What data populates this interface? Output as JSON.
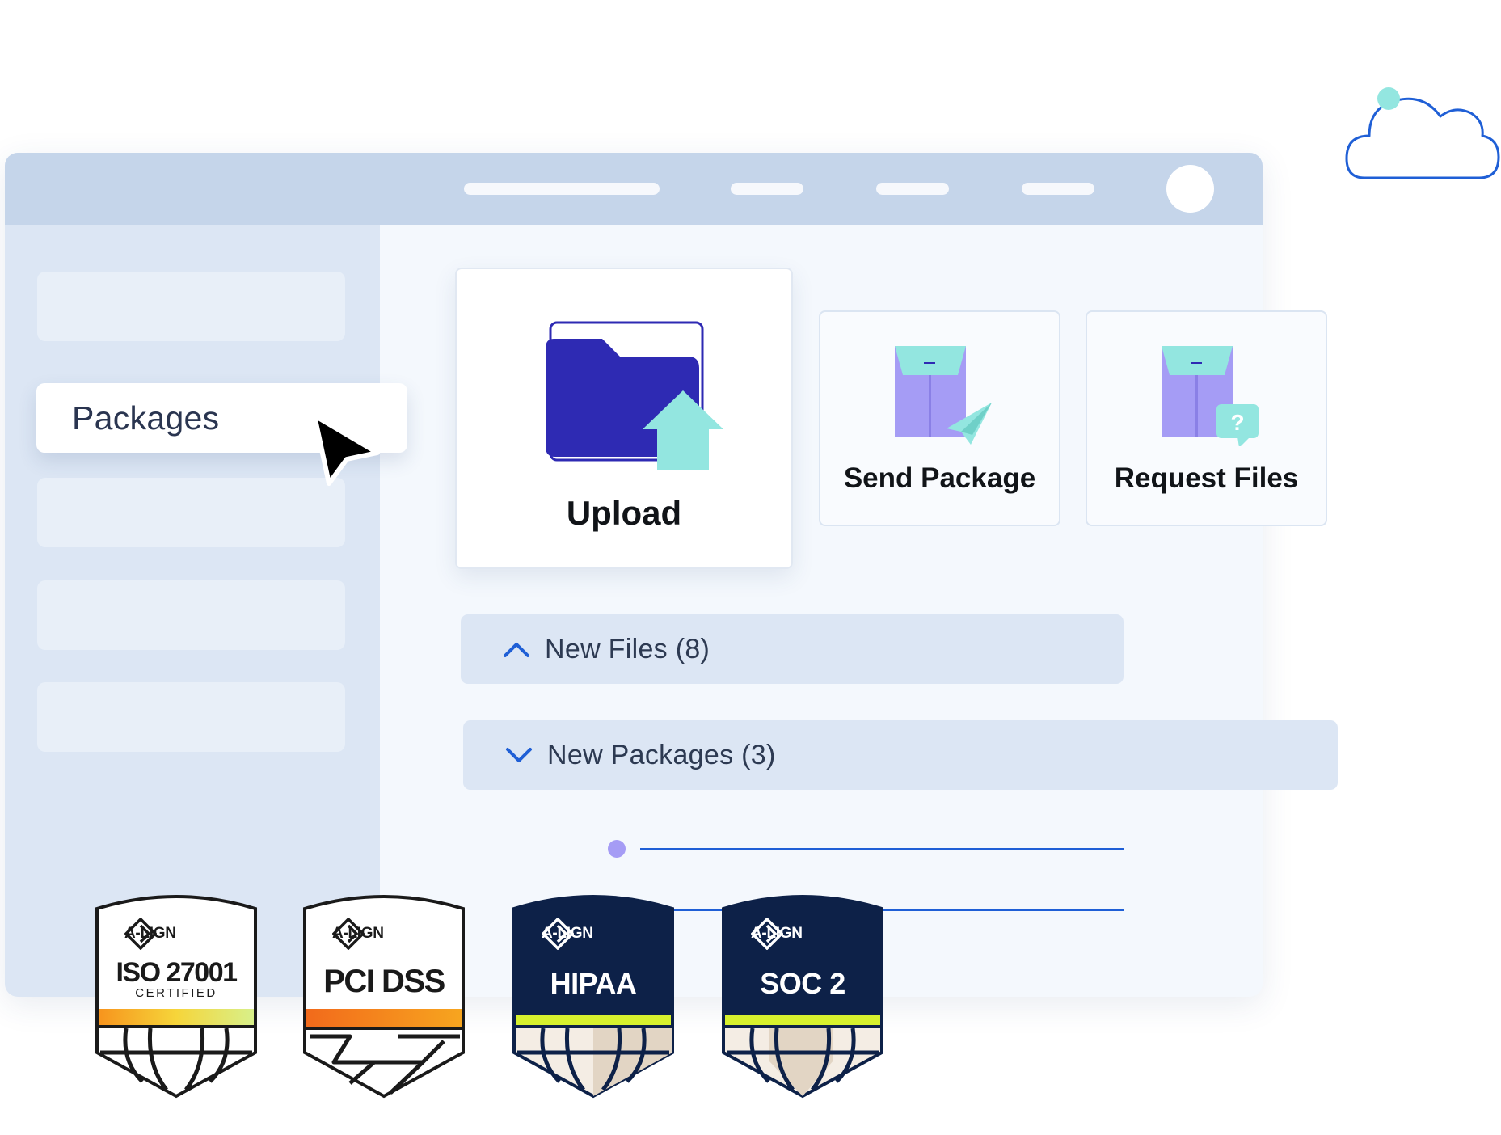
{
  "sidebar": {
    "active_item": "Packages"
  },
  "actions": {
    "upload": "Upload",
    "send_package": "Send Package",
    "request_files": "Request Files",
    "request_icon_glyph": "?"
  },
  "sections": {
    "new_files": "New Files (8)",
    "new_packages": "New Packages (3)"
  },
  "badges": [
    {
      "brand": "A-LIGN",
      "title": "ISO 27001",
      "subtitle": "CERTIFIED",
      "theme": "light",
      "bar": "gradient-orange-green"
    },
    {
      "brand": "A-LIGN",
      "title": "PCI DSS",
      "subtitle": "",
      "theme": "light",
      "bar": "orange"
    },
    {
      "brand": "A-LIGN",
      "title": "HIPAA",
      "subtitle": "",
      "theme": "dark",
      "bar": "lime"
    },
    {
      "brand": "A-LIGN",
      "title": "SOC 2",
      "subtitle": "",
      "theme": "dark",
      "bar": "lime"
    }
  ],
  "icons": {
    "cursor": "arrow-cursor-icon",
    "upload": "folder-upload-icon",
    "send": "package-paper-plane-icon",
    "request": "package-question-icon",
    "cloud": "cloud-icon",
    "expand_up": "chevron-up-icon",
    "expand_down": "chevron-down-icon"
  },
  "colors": {
    "accent_blue": "#1f5fd6",
    "folder_navy": "#2e2ab3",
    "teal": "#93e6e0",
    "lavender": "#a59cf5",
    "badge_navy": "#0d2148",
    "window_bg": "#f4f8fd",
    "sidebar_bg": "#dce6f4",
    "titlebar_bg": "#c5d5ea"
  }
}
